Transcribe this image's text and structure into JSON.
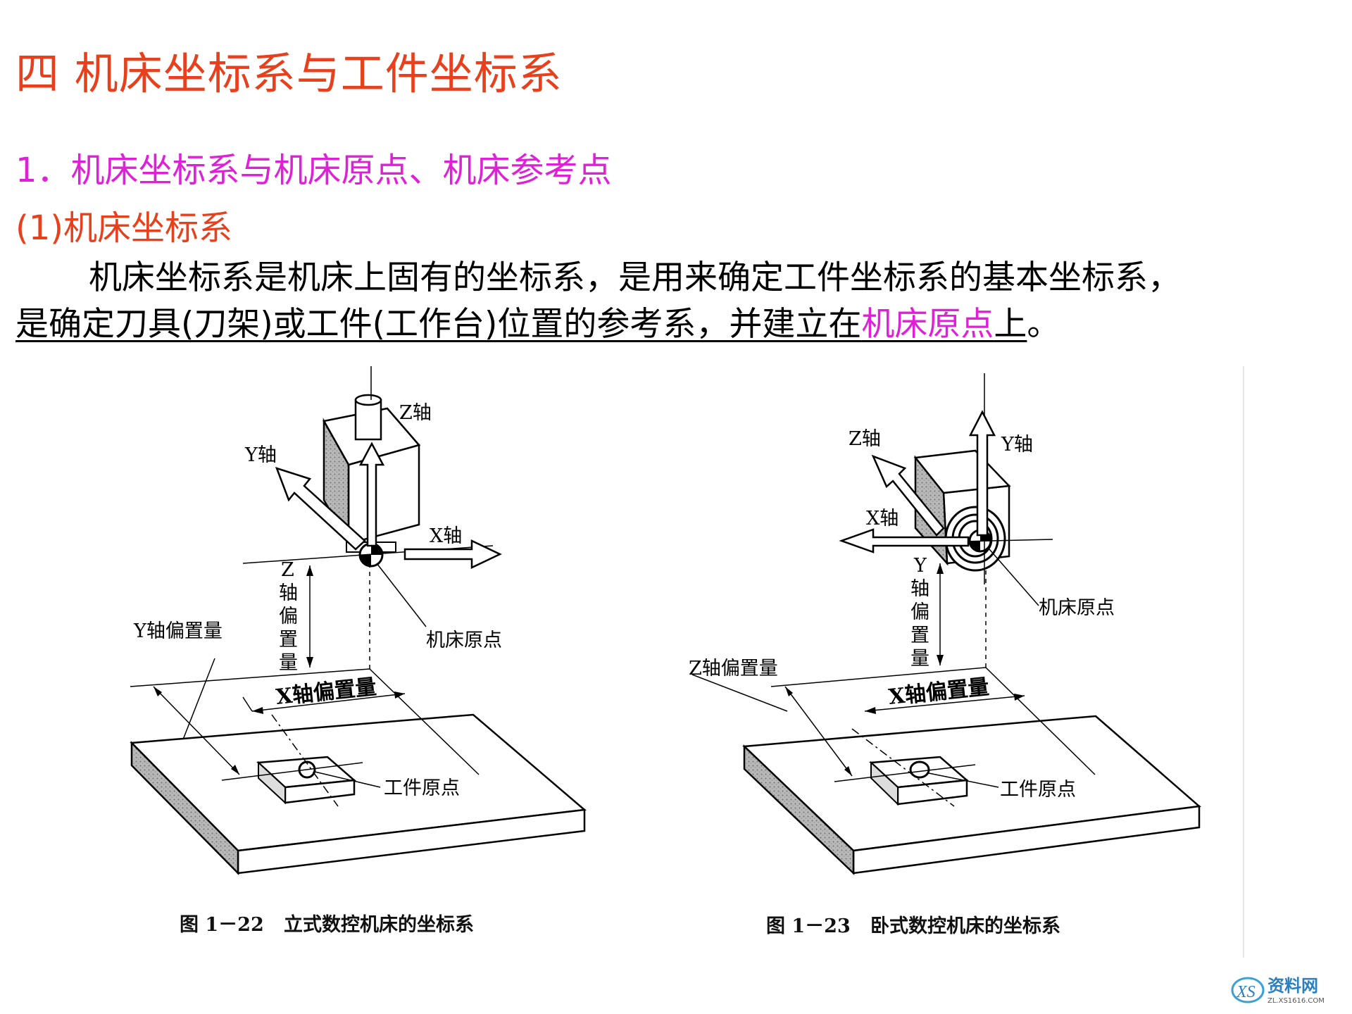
{
  "slide": {
    "title": "四  机床坐标系与工件坐标系",
    "subtitle1": "1．机床坐标系与机床原点、机床参考点",
    "subtitle2": "(1)机床坐标系",
    "paragraph": {
      "line1": "机床坐标系是机床上固有的坐标系，是用来确定工件坐标系的基本坐标系，",
      "line2_a": "是确定刀具(刀架)或工件(工作台)位置的参考系，并建立在",
      "line2_highlight": "机床原点",
      "line2_b": "上",
      "line2_end": "。"
    }
  },
  "figures": {
    "left": {
      "z_axis": "Z轴",
      "y_axis": "Y轴",
      "x_axis": "X轴",
      "z_offset": [
        "Z",
        "轴",
        "偏",
        "置",
        "量"
      ],
      "y_offset": "Y轴偏置量",
      "x_offset": "X轴偏置量",
      "machine_origin": "机床原点",
      "work_origin": "工件原点",
      "caption": "图 1－22   立式数控机床的坐标系"
    },
    "right": {
      "z_axis": "Z轴",
      "y_axis": "Y轴",
      "x_axis": "X轴",
      "y_offset": [
        "Y",
        "轴",
        "偏",
        "置",
        "量"
      ],
      "z_offset": "Z轴偏置量",
      "x_offset": "X轴偏置量",
      "machine_origin": "机床原点",
      "work_origin": "工件原点",
      "caption": "图 1－23   卧式数控机床的坐标系"
    }
  },
  "watermark": {
    "logo": "XS",
    "text": "资料网",
    "url": "ZL.XS1616.COM"
  },
  "colors": {
    "title": "#e8401c",
    "subtitle1": "#e020d8",
    "highlight": "#e020d8"
  }
}
